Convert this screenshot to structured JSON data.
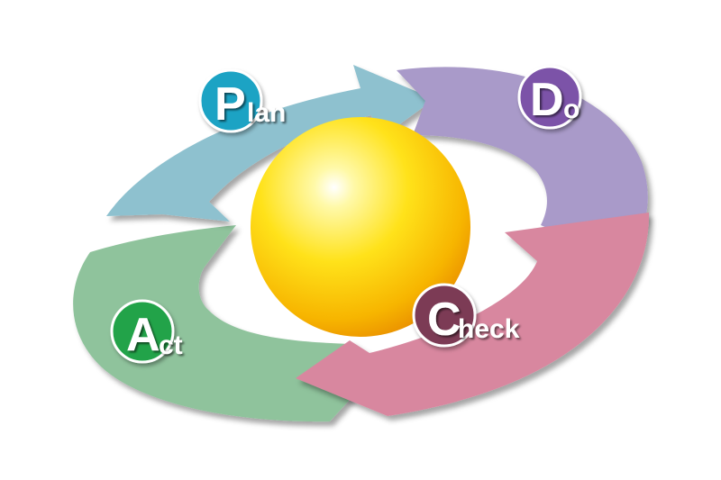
{
  "stages": {
    "plan": {
      "initial": "P",
      "rest": "lan",
      "color": "#8ec1cf",
      "badge_color": "#1aa3c4"
    },
    "do": {
      "initial": "D",
      "rest": "o",
      "color": "#a99ac9",
      "badge_color": "#7b52a8"
    },
    "check": {
      "initial": "C",
      "rest": "heck",
      "color": "#d8879f",
      "badge_color": "#7c3a55"
    },
    "act": {
      "initial": "A",
      "rest": "ct",
      "color": "#8fc39c",
      "badge_color": "#22a34a"
    }
  },
  "center": {
    "color": "#f7c214"
  }
}
